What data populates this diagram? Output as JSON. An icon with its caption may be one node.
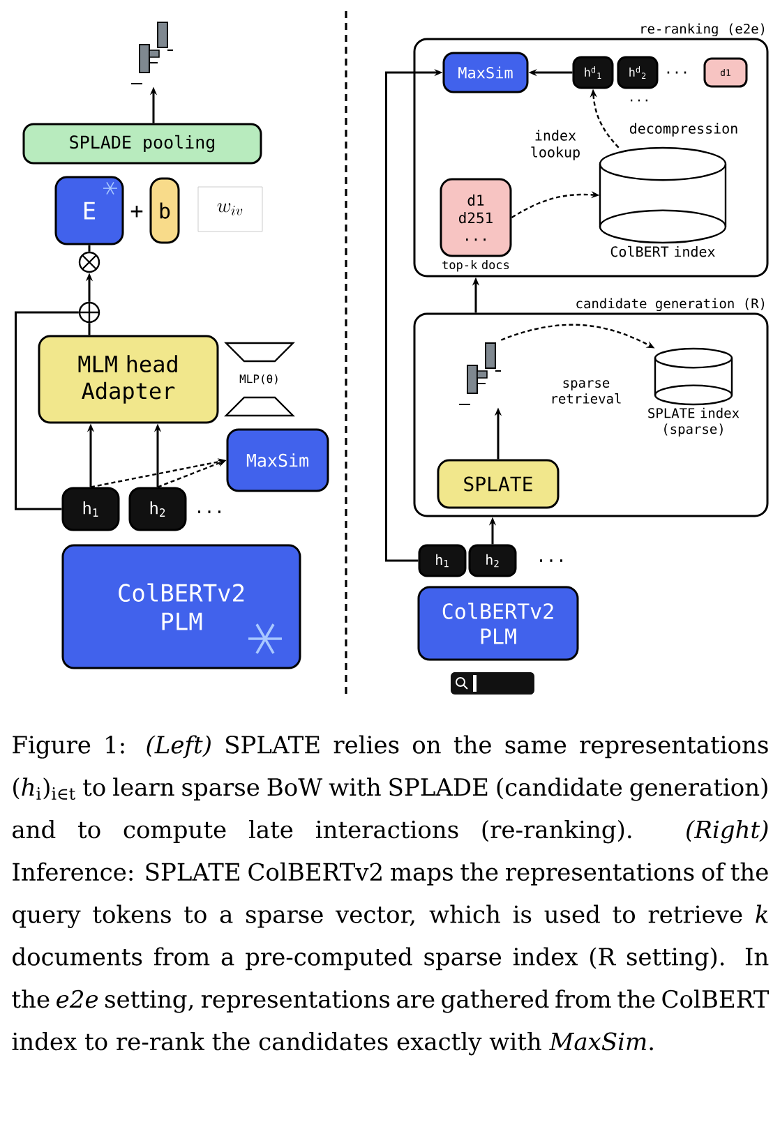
{
  "diagram": {
    "caption": "Figure 1: *(Left)* SPLATE relies on the same representations (*h*$_{i}$)$_{i∈t}$ to learn sparse BoW with SPLADE (candidate generation) and to compute late interactions (re-ranking). *(Right)* Inference: SPLATE ColBERTv2 maps the representations of the query tokens to a sparse vector, which is used to retrieve *k* documents from a pre-computed sparse index (R setting). In the *e2e* setting, representations are gathered from the ColBERT index to re-rank the candidates exactly with *MaxSim*.",
    "nodes": [
      {
        "text": [],
        "shape": "bar"
      },
      {
        "text": [
          "SPLADE pooling"
        ]
      },
      {
        "text": [
          "E"
        ]
      },
      {
        "text": [
          "b"
        ]
      },
      {
        "text": [],
        "shape": "circle"
      },
      {
        "text": [],
        "shape": "circle"
      },
      {
        "text": [
          "MLM head Adapter"
        ]
      },
      {
        "text": [
          "MaxSim"
        ]
      },
      {
        "text": [
          "h$_{1}$"
        ]
      },
      {
        "text": [
          "h$_{2}$"
        ]
      },
      {
        "text": [
          "ColBERTv2 PLM"
        ]
      },
      {
        "text": [
          "re-ranking (e2e)"
        ]
      },
      {
        "text": [
          "MaxSim"
        ],
        "in": 11
      },
      {
        "text": [
          "h$^{d}$$_{1}$"
        ],
        "in": 11
      },
      {
        "text": [
          "h$^{d}$$_{2}$"
        ],
        "in": 11
      },
      {
        "text": [
          "d1"
        ],
        "in": 11
      },
      {
        "text": [
          "d1 d251 ..."
        ],
        "beside": [
          "top-k docs"
        ],
        "in": 11
      },
      {
        "text": [],
        "shape": "cylinder",
        "beside": [
          "ColBERT index"
        ],
        "in": 11
      },
      {
        "text": [
          "candidate generation (R)"
        ]
      },
      {
        "text": [],
        "shape": "bar",
        "in": 18
      },
      {
        "text": [],
        "shape": "cylinder",
        "beside": [
          "SPLATE index (sparse)"
        ],
        "in": 18
      },
      {
        "text": [
          "SPLATE"
        ],
        "in": 18
      },
      {
        "text": [
          "h$_{1}$"
        ]
      },
      {
        "text": [
          "h$_{2}$"
        ]
      },
      {
        "text": [
          "ColBERTv2 PLM"
        ]
      }
    ],
    "edges": [
      {
        "from": 1,
        "to": 0,
        "arrow": "to"
      },
      {
        "from": 4,
        "to": 2,
        "arrow": "none"
      },
      {
        "from": 5,
        "to": 4,
        "arrow": "to"
      },
      {
        "from": 6,
        "to": 5,
        "arrow": "none"
      },
      {
        "from": 8,
        "to": 5,
        "arrow": "none"
      },
      {
        "from": 8,
        "to": 6,
        "arrow": "to"
      },
      {
        "from": 9,
        "to": 6,
        "arrow": "to"
      },
      {
        "from": 8,
        "to": 7,
        "arrow": "to",
        "style": "dashed"
      },
      {
        "from": 9,
        "to": 7,
        "arrow": "to",
        "style": "dashed"
      },
      {
        "from": 13,
        "to": 12,
        "arrow": "to"
      },
      {
        "from": 16,
        "to": 17,
        "arrow": "to",
        "style": "dashed",
        "label": "index lookup"
      },
      {
        "from": 17,
        "to": 13,
        "arrow": "to",
        "style": "dashed",
        "label": "decompression"
      },
      {
        "from": 18,
        "to": 11,
        "arrow": "to"
      },
      {
        "from": 19,
        "to": 20,
        "arrow": "to",
        "style": "dashed",
        "label": "sparse retrieval"
      },
      {
        "from": 21,
        "to": 19,
        "arrow": "to"
      },
      {
        "from": 23,
        "to": 18,
        "arrow": "to"
      },
      {
        "from": 22,
        "to": 12,
        "arrow": "to"
      }
    ],
    "labels": [
      "+",
      "w_{iv}",
      "MLP(θ)",
      "...",
      "...",
      "...",
      "..."
    ]
  }
}
